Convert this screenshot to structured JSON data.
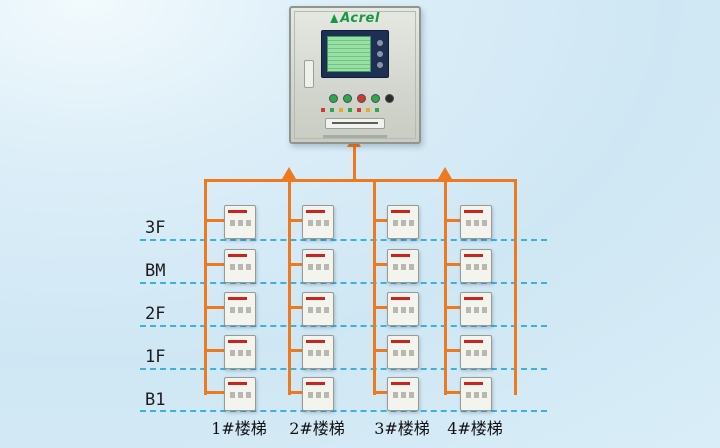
{
  "diagram": {
    "panel": {
      "brand": "Acrel"
    },
    "floors": [
      {
        "label": "3F"
      },
      {
        "label": "BM"
      },
      {
        "label": "2F"
      },
      {
        "label": "1F"
      },
      {
        "label": "B1"
      }
    ],
    "stairwells": [
      {
        "label": "1#楼梯"
      },
      {
        "label": "2#楼梯"
      },
      {
        "label": "3#楼梯"
      },
      {
        "label": "4#楼梯"
      }
    ],
    "colors": {
      "bus": "#ee7a1f",
      "floor_line": "#3ab2e0",
      "brand_green": "#159a43",
      "module_mark": "#c8251f"
    },
    "grid": {
      "rows": 5,
      "columns": 4,
      "devices_total": 20
    }
  }
}
